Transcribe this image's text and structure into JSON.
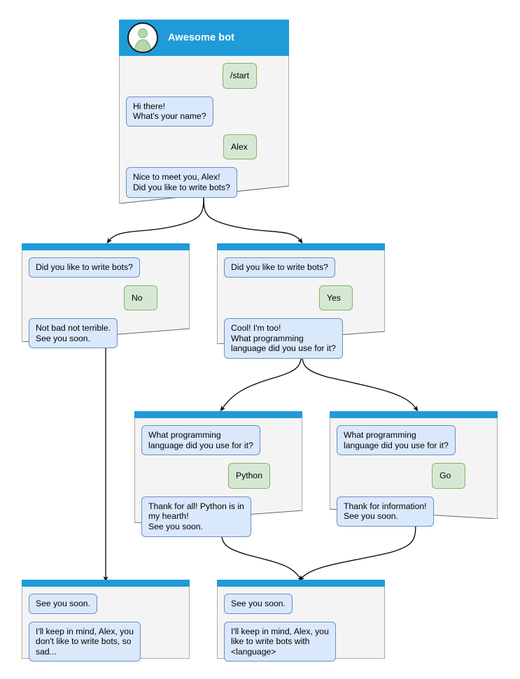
{
  "diagram": {
    "type": "bot-conversation-flowchart",
    "colors": {
      "header_blue": "#1f9bd8",
      "card_body": "#f4f4f4",
      "card_border": "#666666",
      "bot_bubble_fill": "#dae8fc",
      "bot_bubble_border": "#6c8ebf",
      "user_bubble_fill": "#d5e8d4",
      "user_bubble_border": "#82b366",
      "avatar_person": "#b5d7ad",
      "edge": "#000000",
      "background": "#ffffff"
    }
  },
  "cards": [
    {
      "id": "start",
      "title": "Awesome bot",
      "has_title_bar": true,
      "avatar_icon": "person-avatar-icon",
      "messages": [
        {
          "side": "right",
          "text": "/start"
        },
        {
          "side": "left",
          "text": "Hi there!\nWhat's your name?"
        },
        {
          "side": "right",
          "text": "Alex"
        },
        {
          "side": "left",
          "text": "Nice to meet you, Alex!\nDid you like to write bots?"
        }
      ]
    },
    {
      "id": "answer-no",
      "title": "",
      "has_title_bar": false,
      "messages": [
        {
          "side": "left",
          "text": "Did you like to write bots?"
        },
        {
          "side": "right",
          "text": "No"
        },
        {
          "side": "left",
          "text": "Not bad not terrible.\nSee you soon."
        }
      ]
    },
    {
      "id": "answer-yes",
      "title": "",
      "has_title_bar": false,
      "messages": [
        {
          "side": "left",
          "text": "Did you like to write bots?"
        },
        {
          "side": "right",
          "text": "Yes"
        },
        {
          "side": "left",
          "text": "Cool! I'm too!\nWhat programming\nlanguage did you use for it?"
        }
      ]
    },
    {
      "id": "language-python",
      "title": "",
      "has_title_bar": false,
      "messages": [
        {
          "side": "left",
          "text": "What programming\nlanguage did you use for it?"
        },
        {
          "side": "right",
          "text": "Python"
        },
        {
          "side": "left",
          "text": "Thank for all! Python is in\nmy hearth!\nSee you soon."
        }
      ]
    },
    {
      "id": "language-go",
      "title": "",
      "has_title_bar": false,
      "messages": [
        {
          "side": "left",
          "text": "What programming\nlanguage did you use for it?"
        },
        {
          "side": "right",
          "text": "Go"
        },
        {
          "side": "left",
          "text": "Thank for information!\nSee you soon."
        }
      ]
    },
    {
      "id": "end-sad",
      "title": "",
      "has_title_bar": false,
      "messages": [
        {
          "side": "left",
          "text": "See you soon."
        },
        {
          "side": "left",
          "text": "I'll keep in mind, Alex, you\ndon't like to write bots, so\nsad..."
        }
      ]
    },
    {
      "id": "end-happy",
      "title": "",
      "has_title_bar": false,
      "messages": [
        {
          "side": "left",
          "text": "See you soon."
        },
        {
          "side": "left",
          "text": "I'll keep in mind, Alex, you\nlike to write bots with\n<language>"
        }
      ]
    }
  ]
}
